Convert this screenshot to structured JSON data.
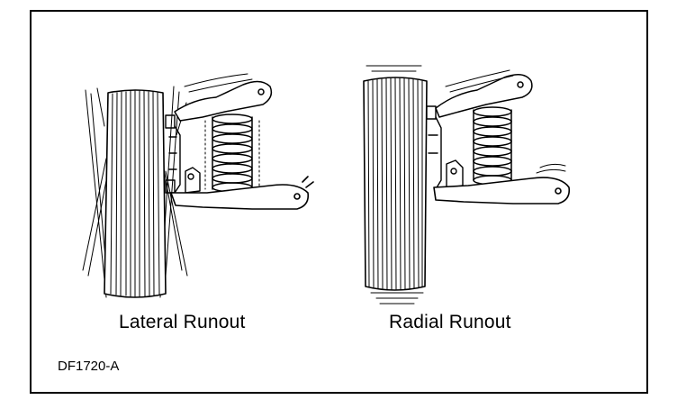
{
  "figure": {
    "captions": {
      "lateral": "Lateral Runout",
      "radial": "Radial Runout"
    },
    "figure_id": "DF1720-A"
  },
  "colors": {
    "ink": "#000000",
    "paper": "#ffffff"
  }
}
